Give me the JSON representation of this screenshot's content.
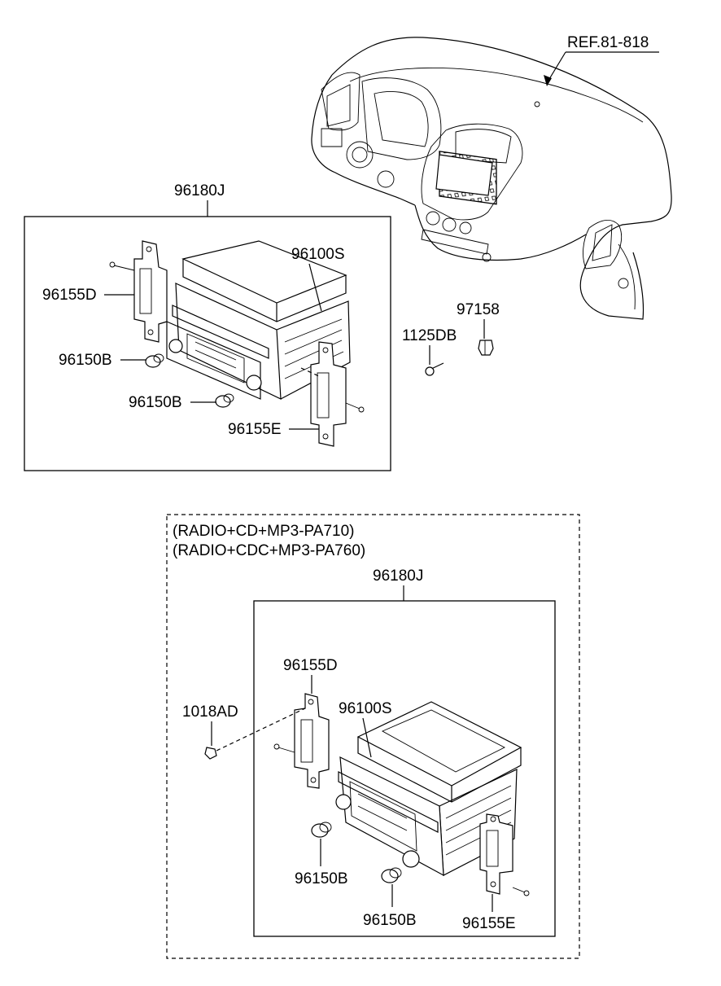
{
  "labels": {
    "ref": "REF.81-818",
    "top_assembly": "96180J",
    "top_audio_unit": "96100S",
    "top_bracket_left": "96155D",
    "top_knob_1": "96150B",
    "top_knob_2": "96150B",
    "top_bracket_right": "96155E",
    "bolt": "1125DB",
    "clip": "97158",
    "variant_1": "(RADIO+CD+MP3-PA710)",
    "variant_2": "(RADIO+CDC+MP3-PA760)",
    "bottom_assembly": "96180J",
    "bottom_bracket_left": "96155D",
    "screw": "1018AD",
    "bottom_audio_unit": "96100S",
    "bottom_knob_1": "96150B",
    "bottom_knob_2": "96150B",
    "bottom_bracket_right": "96155E"
  }
}
